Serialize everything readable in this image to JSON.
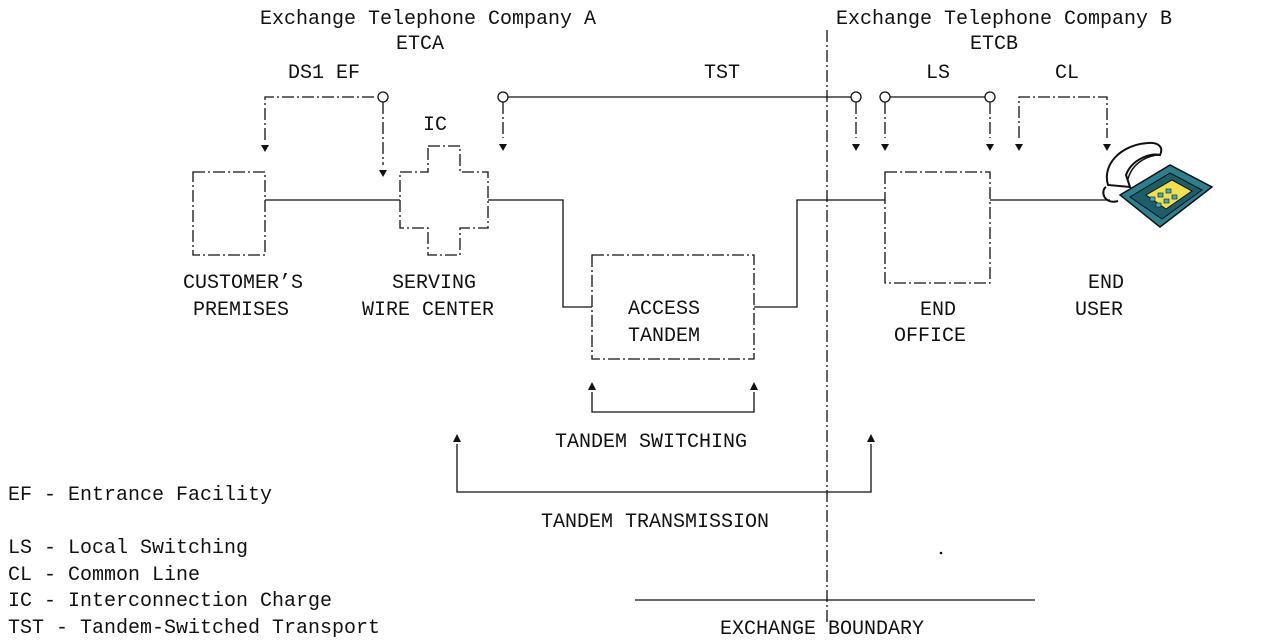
{
  "company_a": {
    "name": "Exchange Telephone Company A",
    "abbr": "ETCA"
  },
  "company_b": {
    "name": "Exchange Telephone Company B",
    "abbr": "ETCB"
  },
  "brackets": {
    "ds1_ef": "DS1 EF",
    "ic": "IC",
    "tst": "TST",
    "ls": "LS",
    "cl": "CL"
  },
  "nodes": {
    "customer_premises": {
      "line1": "CUSTOMER’S",
      "line2": "PREMISES"
    },
    "serving_wire_center": {
      "line1": "SERVING",
      "line2": "WIRE CENTER"
    },
    "access_tandem": {
      "line1": "ACCESS",
      "line2": "TANDEM"
    },
    "end_office": {
      "line1": "END",
      "line2": "OFFICE"
    },
    "end_user": {
      "line1": "END",
      "line2": "USER"
    }
  },
  "spans": {
    "tandem_switching": "TANDEM SWITCHING",
    "tandem_transmission": "TANDEM TRANSMISSION",
    "exchange_boundary": "EXCHANGE BOUNDARY"
  },
  "legend": [
    "EF - Entrance Facility",
    "LS - Local Switching",
    "CL - Common Line",
    "IC - Interconnection Charge",
    "TST - Tandem-Switched Transport"
  ],
  "colors": {
    "line": "#111111",
    "phone_body": "#3a8a9a",
    "phone_accent": "#f0e050"
  },
  "icons": [
    "telephone-icon"
  ]
}
